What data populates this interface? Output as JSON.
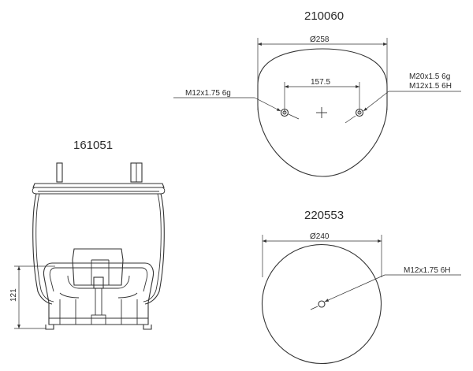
{
  "part_a": {
    "number": "210060",
    "diameter": "Ø258",
    "spacing": "157.5",
    "thread_left": "M12x1.75 6g",
    "thread_right_1": "M20x1.5 6g",
    "thread_right_2": "M12x1.5 6H"
  },
  "part_b": {
    "number": "161051",
    "height": "121"
  },
  "part_c": {
    "number": "220553",
    "diameter": "Ø240",
    "thread": "M12x1.75 6H"
  }
}
